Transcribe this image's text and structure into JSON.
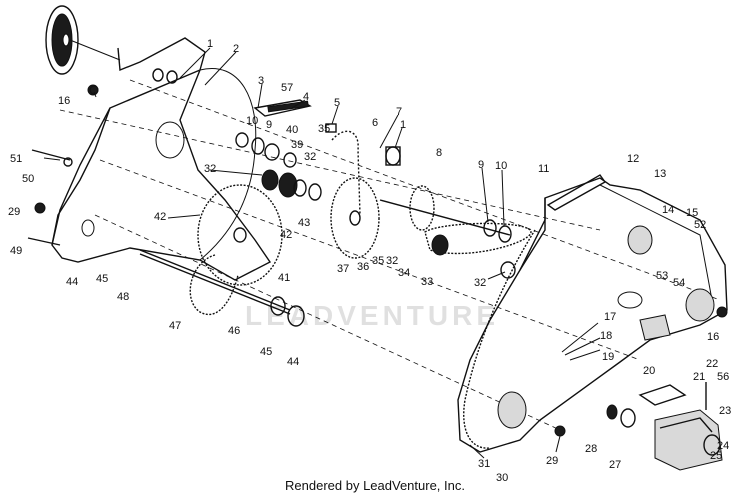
{
  "diagram": {
    "callouts": [
      {
        "id": "c1",
        "text": "1"
      },
      {
        "id": "c2",
        "text": "2"
      },
      {
        "id": "c3",
        "text": "3"
      },
      {
        "id": "c57",
        "text": "57"
      },
      {
        "id": "c4",
        "text": "4"
      },
      {
        "id": "c5",
        "text": "5"
      },
      {
        "id": "c7",
        "text": "7"
      },
      {
        "id": "c6",
        "text": "6"
      },
      {
        "id": "c1b",
        "text": "1"
      },
      {
        "id": "c16a",
        "text": "16"
      },
      {
        "id": "c10a",
        "text": "10"
      },
      {
        "id": "c9a",
        "text": "9"
      },
      {
        "id": "c40",
        "text": "40"
      },
      {
        "id": "c39",
        "text": "39"
      },
      {
        "id": "c32a",
        "text": "32"
      },
      {
        "id": "c35a",
        "text": "35"
      },
      {
        "id": "c8",
        "text": "8"
      },
      {
        "id": "c9b",
        "text": "9"
      },
      {
        "id": "c10b",
        "text": "10"
      },
      {
        "id": "c11",
        "text": "11"
      },
      {
        "id": "c12",
        "text": "12"
      },
      {
        "id": "c13",
        "text": "13"
      },
      {
        "id": "c51",
        "text": "51"
      },
      {
        "id": "c50",
        "text": "50"
      },
      {
        "id": "c32b",
        "text": "32"
      },
      {
        "id": "c14",
        "text": "14"
      },
      {
        "id": "c15",
        "text": "15"
      },
      {
        "id": "c52",
        "text": "52"
      },
      {
        "id": "c29a",
        "text": "29"
      },
      {
        "id": "c42a",
        "text": "42"
      },
      {
        "id": "c43",
        "text": "43"
      },
      {
        "id": "c42b",
        "text": "42"
      },
      {
        "id": "c49",
        "text": "49"
      },
      {
        "id": "c44a",
        "text": "44"
      },
      {
        "id": "c45a",
        "text": "45"
      },
      {
        "id": "c48",
        "text": "48"
      },
      {
        "id": "c41",
        "text": "41"
      },
      {
        "id": "c37",
        "text": "37"
      },
      {
        "id": "c36",
        "text": "36"
      },
      {
        "id": "c35b",
        "text": "35"
      },
      {
        "id": "c32c",
        "text": "32"
      },
      {
        "id": "c34",
        "text": "34"
      },
      {
        "id": "c33",
        "text": "33"
      },
      {
        "id": "c32d",
        "text": "32"
      },
      {
        "id": "c53",
        "text": "53"
      },
      {
        "id": "c54",
        "text": "54"
      },
      {
        "id": "c47",
        "text": "47"
      },
      {
        "id": "c46",
        "text": "46"
      },
      {
        "id": "c45b",
        "text": "45"
      },
      {
        "id": "c44b",
        "text": "44"
      },
      {
        "id": "c16b",
        "text": "16"
      },
      {
        "id": "c17",
        "text": "17"
      },
      {
        "id": "c18",
        "text": "18"
      },
      {
        "id": "c19",
        "text": "19"
      },
      {
        "id": "c20",
        "text": "20"
      },
      {
        "id": "c22",
        "text": "22"
      },
      {
        "id": "c56",
        "text": "56"
      },
      {
        "id": "c21",
        "text": "21"
      },
      {
        "id": "c23",
        "text": "23"
      },
      {
        "id": "c24",
        "text": "24"
      },
      {
        "id": "c25",
        "text": "25"
      },
      {
        "id": "c28",
        "text": "28"
      },
      {
        "id": "c27",
        "text": "27"
      },
      {
        "id": "c29b",
        "text": "29"
      },
      {
        "id": "c31",
        "text": "31"
      },
      {
        "id": "c30",
        "text": "30"
      }
    ]
  },
  "watermark": "LEADVENTURE",
  "footer": {
    "credit": "Rendered by LeadVenture, Inc."
  }
}
